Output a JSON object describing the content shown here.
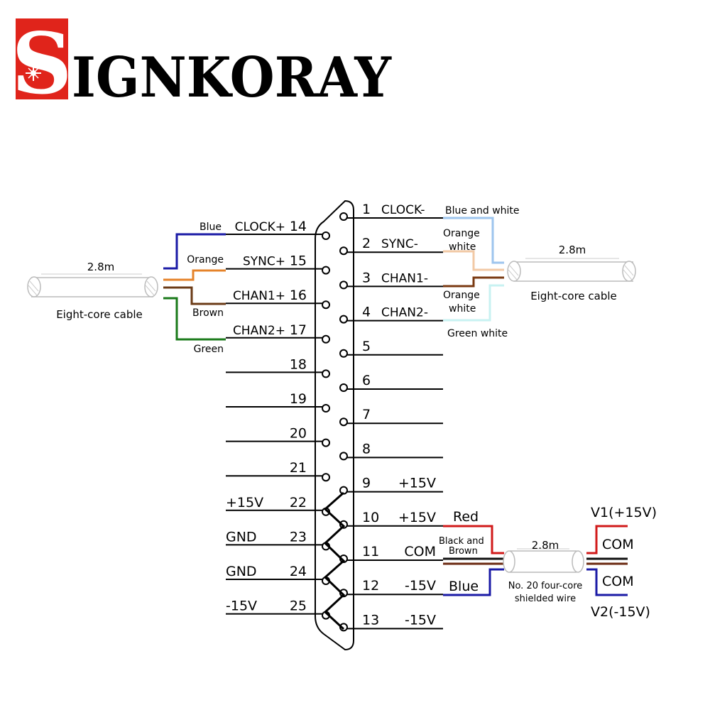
{
  "logo": {
    "text": "SIGNKORAY",
    "letter_s": "S",
    "rest": "IGNKORAY",
    "accent_color": "#e0241b"
  },
  "connector": {
    "left_pins": [
      {
        "num": "14",
        "signal": "CLOCK+",
        "wire": "Blue",
        "color": "#1a1aa6"
      },
      {
        "num": "15",
        "signal": "SYNC+",
        "wire": "Orange",
        "color": "#e5832a"
      },
      {
        "num": "16",
        "signal": "CHAN1+",
        "wire": "Brown",
        "color": "#6b3b17"
      },
      {
        "num": "17",
        "signal": "CHAN2+",
        "wire": "Green",
        "color": "#1a7a1a"
      },
      {
        "num": "18",
        "signal": ""
      },
      {
        "num": "19",
        "signal": ""
      },
      {
        "num": "20",
        "signal": ""
      },
      {
        "num": "21",
        "signal": ""
      },
      {
        "num": "22",
        "signal": "+15V"
      },
      {
        "num": "23",
        "signal": "GND"
      },
      {
        "num": "24",
        "signal": "GND"
      },
      {
        "num": "25",
        "signal": "-15V"
      }
    ],
    "right_pins": [
      {
        "num": "1",
        "signal": "CLOCK-"
      },
      {
        "num": "2",
        "signal": "SYNC-"
      },
      {
        "num": "3",
        "signal": "CHAN1-"
      },
      {
        "num": "4",
        "signal": "CHAN2-"
      },
      {
        "num": "5",
        "signal": ""
      },
      {
        "num": "6",
        "signal": ""
      },
      {
        "num": "7",
        "signal": ""
      },
      {
        "num": "8",
        "signal": ""
      },
      {
        "num": "9",
        "signal": "+15V"
      },
      {
        "num": "10",
        "signal": "+15V"
      },
      {
        "num": "11",
        "signal": "COM"
      },
      {
        "num": "12",
        "signal": "-15V"
      },
      {
        "num": "13",
        "signal": "-15V"
      }
    ]
  },
  "left_cable": {
    "length": "2.8m",
    "type": "Eight-core cable"
  },
  "right_cable": {
    "length": "2.8m",
    "type": "Eight-core cable",
    "wire_labels": {
      "w1": "Blue and white",
      "w2a": "Orange",
      "w2b": "white",
      "w3a": "Orange",
      "w3b": "white",
      "w4": "Green white"
    },
    "colors": {
      "w1": "#9ec5ee",
      "w2": "#f2c9a5",
      "w3": "#7a3a12",
      "w4": "#c8f2f2"
    }
  },
  "power_cable": {
    "length": "2.8m",
    "type_line1": "No. 20 four-core",
    "type_line2": "shielded wire",
    "red_label": "Red",
    "black_brown_line1": "Black and",
    "black_brown_line2": "Brown",
    "blue_label": "Blue",
    "v1_label": "V1(+15V)",
    "com_top": "COM",
    "com_bottom": "COM",
    "v2_label": "V2(-15V)",
    "colors": {
      "red": "#d11a1a",
      "black": "#111111",
      "brown": "#6b2a12",
      "blue": "#1a1aa6"
    }
  }
}
